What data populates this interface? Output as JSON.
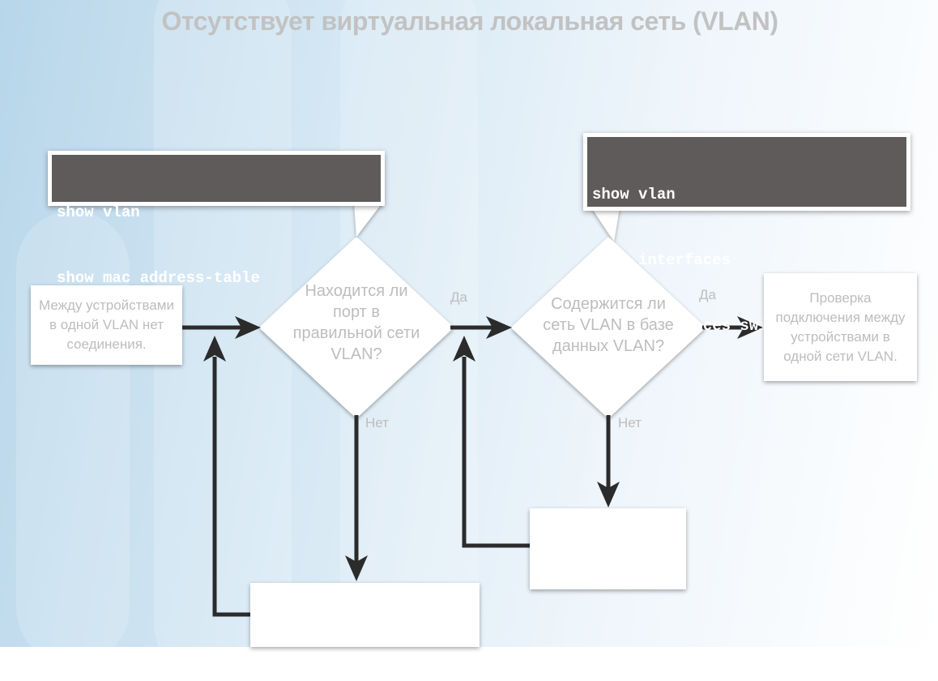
{
  "title": "Отсутствует виртуальная локальная сеть (VLAN)",
  "callout_left": {
    "lines": [
      "show vlan",
      "show mac address-table"
    ]
  },
  "callout_right": {
    "lines": [
      "show vlan",
      "show interfaces",
      "show interfaces switchport"
    ]
  },
  "start_box": "Между устройствами в одной VLAN нет соединения.",
  "decision_1": "Находится ли порт в правильной сети VLAN?",
  "decision_2": "Содержится ли сеть VLAN в базе данных VLAN?",
  "end_box": "Проверка подключения между устройствами в одной сети VLAN.",
  "labels": {
    "yes_1": "Да",
    "no_1": "Нет",
    "yes_2": "Да",
    "no_2": "Нет"
  },
  "action_box_1": "",
  "action_box_2": ""
}
